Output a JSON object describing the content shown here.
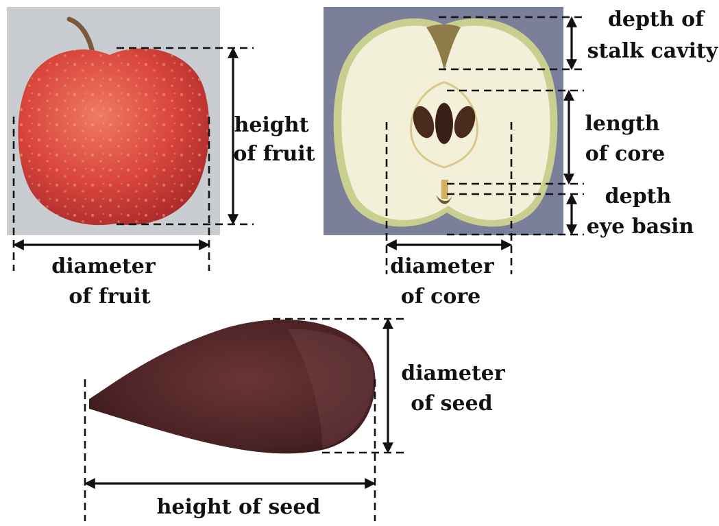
{
  "colors": {
    "apple_red": "#d9463c",
    "apple_highlight": "#f07a62",
    "flesh": "#f3f0d9",
    "apple_skin_green": "#c9cf8e",
    "seed_dark": "#4a2224",
    "seed_mid": "#6a3537",
    "photo_bg_left": "#c9ccd0",
    "photo_bg_right": "#7b7f9a",
    "ink": "#111111"
  },
  "labels": {
    "height_fruit": [
      "height",
      "of fruit"
    ],
    "diameter_fruit": [
      "diameter",
      "of fruit"
    ],
    "depth_stalk": [
      "depth of",
      "stalk cavity"
    ],
    "length_core": [
      "length",
      "of core"
    ],
    "depth_eye": [
      "depth",
      "eye basin"
    ],
    "diameter_core": [
      "diameter",
      "of core"
    ],
    "diameter_seed": [
      "diameter",
      "of seed"
    ],
    "height_seed": [
      "height of seed"
    ]
  }
}
